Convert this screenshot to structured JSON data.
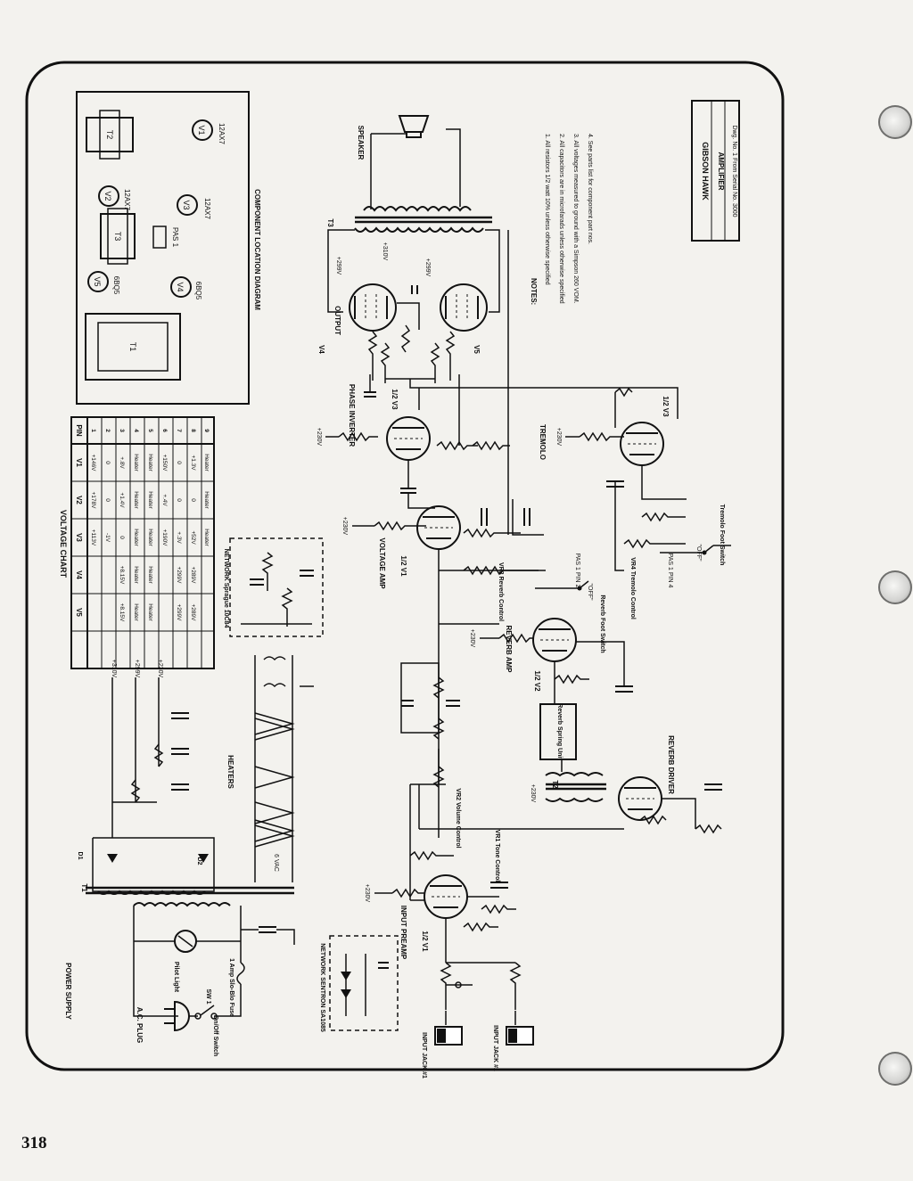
{
  "page_number": "318",
  "title_block": {
    "brand": "GIBSON HAWK",
    "model": "AMPLIFIER",
    "drawing": "Dwg. No. 1 From Serial No. 3000"
  },
  "notes": {
    "heading": "NOTES:",
    "items": [
      "1. All resistors 1/2 watt 10% unless otherwise specified",
      "2. All capacitors are in microfarads unless otherwise specified",
      "3. All voltages measured to ground with a Simpson 260 VOM.",
      "4. See parts list for component part nos."
    ]
  },
  "component_location": {
    "caption": "COMPONENT LOCATION DIAGRAM",
    "items": [
      {
        "ref": "V1",
        "tube": "12AX7"
      },
      {
        "ref": "V2",
        "tube": "12AX7"
      },
      {
        "ref": "V3",
        "tube": "12AX7"
      },
      {
        "ref": "V4",
        "tube": "6BQ5"
      },
      {
        "ref": "V5",
        "tube": "6BQ5"
      },
      {
        "ref": "T1",
        "tube": ""
      },
      {
        "ref": "T2",
        "tube": ""
      },
      {
        "ref": "T3",
        "tube": ""
      },
      {
        "ref": "PAS 1",
        "tube": ""
      }
    ]
  },
  "voltage_chart": {
    "title": "VOLTAGE CHART",
    "headers": [
      "PIN",
      "V1",
      "V2",
      "V3",
      "V4",
      "V5"
    ],
    "rows": [
      [
        "1",
        "+146V",
        "+178V",
        "+113V",
        "",
        ""
      ],
      [
        "2",
        "0",
        "0",
        "-1V",
        "",
        ""
      ],
      [
        "3",
        "+.8V",
        "+1.4V",
        "0",
        "+8.15V",
        "+8.15V"
      ],
      [
        "4",
        "Heater",
        "Heater",
        "Heater",
        "Heater",
        "Heater"
      ],
      [
        "5",
        "Heater",
        "Heater",
        "Heater",
        "Heater",
        "Heater"
      ],
      [
        "6",
        "+150V",
        "+.4V",
        "+190V",
        "",
        ""
      ],
      [
        "7",
        "0",
        "0",
        "+.3V",
        "+299V",
        "+299V"
      ],
      [
        "8",
        "+1.3V",
        "0",
        "+52V",
        "+289V",
        "+289V"
      ],
      [
        "9",
        "Heater",
        "Heater",
        "Heater",
        "",
        ""
      ]
    ]
  },
  "sections": {
    "power_supply": "POWER SUPPLY",
    "output": "OUTPUT",
    "phase_inverter": "PHASE INVERTER",
    "voltage_amp": "VOLTAGE AMP",
    "tremolo": "TREMOLO",
    "reverb_amp": "REVERB AMP",
    "reverb_driver": "REVERB DRIVER",
    "input_preamp": "INPUT PREAMP",
    "heaters": "HEATERS",
    "speaker": "SPEAKER"
  },
  "labels": {
    "ac_plug": "A.C. PLUG",
    "switch": "On/Off Switch",
    "sw1": "SW 1",
    "fuse": "1 Amp Slo-Blo Fuse",
    "pilot": "Pilot Light",
    "vac": "6 VAC",
    "d1": "D1",
    "d2": "D2",
    "t1": "T1",
    "t2": "T2",
    "t3": "T3",
    "b299": "+299V",
    "b310": "+310V",
    "b230": "+230V",
    "input1": "INPUT JACK #1",
    "input2": "INPUT JACK #2",
    "net1": "NETWORK SENTRON SA1085",
    "net2": "NETWORK Sprague 10C84",
    "volume": "VR2 Volume Control",
    "tone": "VR1 Tone Control",
    "reverb_control": "VR3 Reverb Control",
    "tremolo_control": "VR4 Tremolo Control",
    "reverb_spring": "Reverb Spring Unit",
    "reverb_foot": "Reverb Foot Switch",
    "tremolo_foot": "Tremolo Foot Switch",
    "pas1_pin2": "PAS 1 PIN 2",
    "pas1_pin4": "PAS 1 PIN 4",
    "off": "\"OFF\"",
    "half_v1": "1/2 V1",
    "half_v2": "1/2 V2",
    "half_v3": "1/2 V3",
    "v4": "V4",
    "v5": "V5"
  },
  "colors": {
    "paper": "#f3f2ee",
    "ink": "#111111"
  }
}
